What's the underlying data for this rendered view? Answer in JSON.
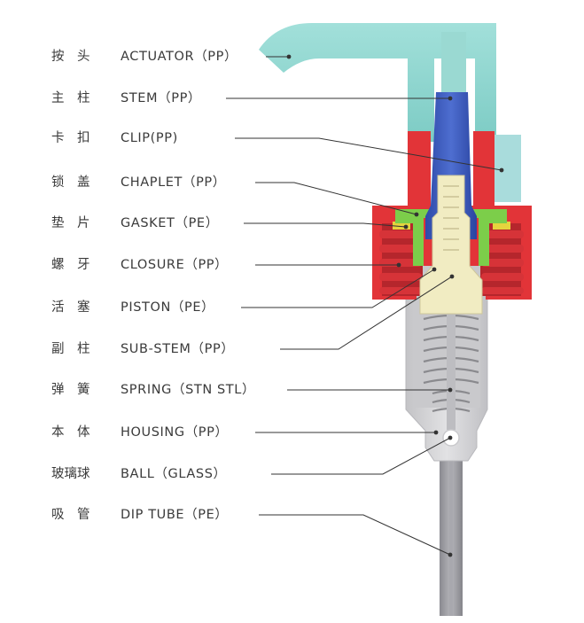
{
  "labels": [
    {
      "cn": "按　头",
      "en": "ACTUATOR（PP）"
    },
    {
      "cn": "主　柱",
      "en": "STEM（PP）"
    },
    {
      "cn": "卡　扣",
      "en": "CLIP(PP)"
    },
    {
      "cn": "锁　盖",
      "en": "CHAPLET（PP）"
    },
    {
      "cn": "垫　片",
      "en": "GASKET（PE）"
    },
    {
      "cn": "螺　牙",
      "en": "CLOSURE（PP）"
    },
    {
      "cn": "活　塞",
      "en": "PISTON（PE）"
    },
    {
      "cn": "副　柱",
      "en": "SUB-STEM（PP）"
    },
    {
      "cn": "弹　簧",
      "en": "SPRING（STN STL）"
    },
    {
      "cn": "本　体",
      "en": "HOUSING（PP）"
    },
    {
      "cn": "玻璃球",
      "en": "BALL（GLASS）"
    },
    {
      "cn": "吸　管",
      "en": "DIP TUBE（PE）"
    }
  ],
  "colors": {
    "actuator": "#8fd6d0",
    "stem": "#3a56b8",
    "clip": "#a9dcdc",
    "chaplet": "#7ccc4a",
    "gasket": "#e3d33c",
    "closure": "#e0343a",
    "piston": "#f1ecc0",
    "housing": "#cfcfd2",
    "dip_tube": "#9c9ca2",
    "leader": "#333333"
  }
}
